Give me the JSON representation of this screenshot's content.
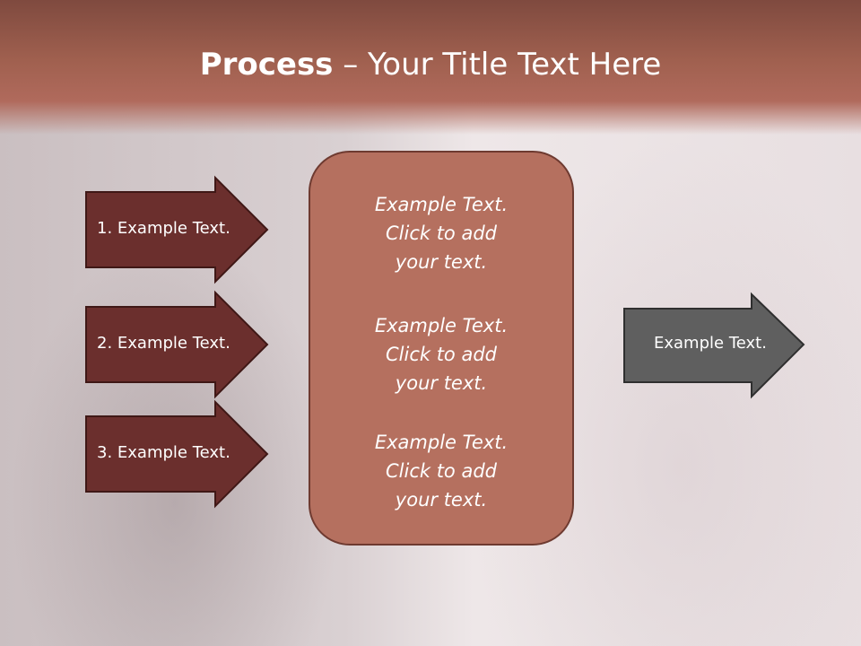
{
  "slide": {
    "title_bold": "Process",
    "title_rest": " – Your Title Text Here"
  },
  "left_arrows": [
    {
      "label": "1. Example Text."
    },
    {
      "label": "2. Example Text."
    },
    {
      "label": "3. Example Text."
    }
  ],
  "center_items": [
    {
      "line1": "Example Text.",
      "line2": "Click  to add",
      "line3": "your text."
    },
    {
      "line1": "Example Text.",
      "line2": "Click  to add",
      "line3": "your text."
    },
    {
      "line1": "Example Text.",
      "line2": "Click  to add",
      "line3": "your text."
    }
  ],
  "right_arrow": {
    "label": "Example Text."
  },
  "colors": {
    "title_band": "#a0604f",
    "left_arrow_fill": "#6b2f2d",
    "center_box_fill": "#b5705f",
    "right_arrow_fill": "#5f5f5f"
  }
}
